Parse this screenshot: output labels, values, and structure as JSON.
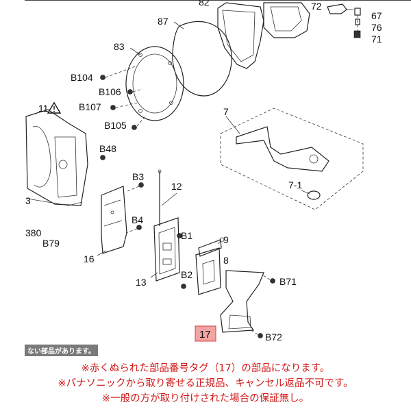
{
  "labels": {
    "l82": "82",
    "l72": "72",
    "l67": "67",
    "l76": "76",
    "l71": "71",
    "l87": "87",
    "l83": "83",
    "lB104": "B104",
    "lB106": "B106",
    "l11": "11",
    "lB107": "B107",
    "lB105": "B105",
    "l7": "7",
    "lB48": "B48",
    "l7_1": "7-1",
    "lB3": "B3",
    "l12": "12",
    "l3": "3",
    "lB4": "B4",
    "l380": "380",
    "lB79": "B79",
    "lB1": "B1",
    "l9": "9",
    "l16": "16",
    "l8": "8",
    "lB2": "B2",
    "l13": "13",
    "lB71": "B71",
    "l17": "17",
    "lB72": "B72"
  },
  "banner": "ない部品があります。",
  "notes": [
    "※赤くぬられた部品番号タグ（17）の部品になります。",
    "※パナソニックから取り寄せる正規品、キャンセル返品不可です。",
    "※一般の方が取り付けされた場合の保証無し。"
  ],
  "colors": {
    "highlight_tag": "#f4a3a3",
    "note_text": "#d21a1a"
  },
  "icons": {
    "warning": "warning-triangle-icon"
  }
}
